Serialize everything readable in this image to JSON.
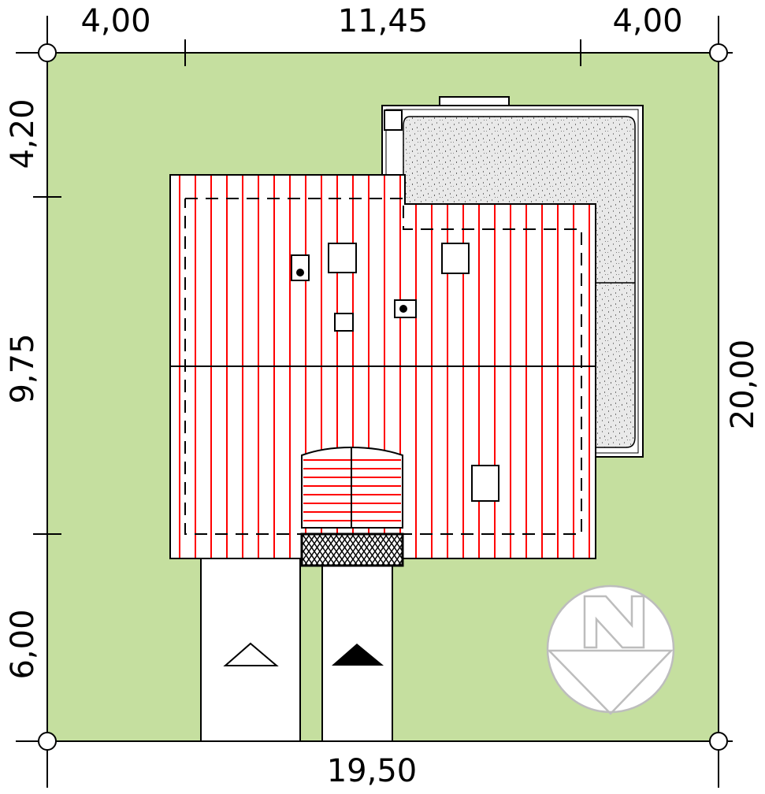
{
  "colors": {
    "plot": "#c5df9f",
    "roof_lines": "#ff0000",
    "outline": "#000000",
    "terrace_fill": "#e6e6e6",
    "compass": "#bdbdbd"
  },
  "dimensions": {
    "top_left": "4,00",
    "top_middle": "11,45",
    "top_right": "4,00",
    "left_top": "4,20",
    "left_middle": "9,75",
    "left_bottom": "6,00",
    "right": "20,00",
    "bottom": "19,50"
  },
  "symbols": {
    "compass_icon": "north-arrow-icon",
    "outline_triangle_icon": "triangle-outline-icon",
    "filled_triangle_icon": "triangle-filled-icon"
  }
}
